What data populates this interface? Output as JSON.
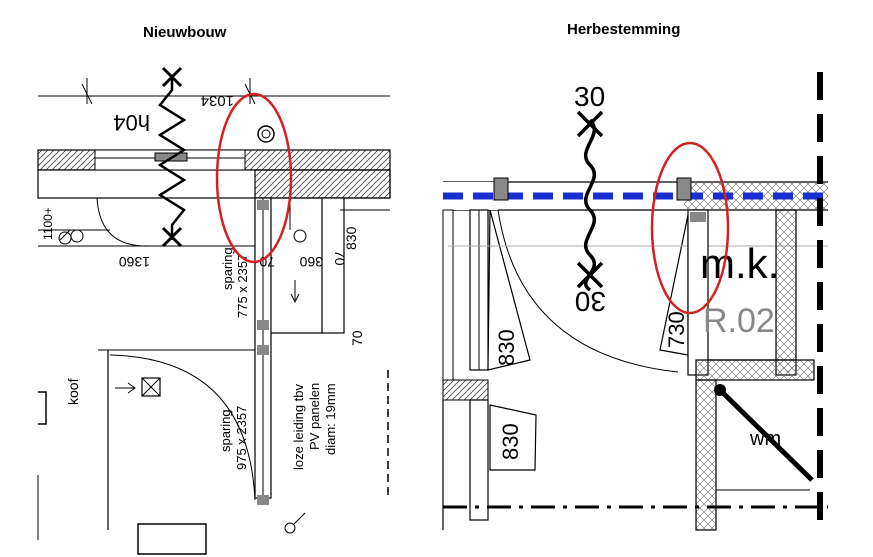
{
  "titles": {
    "left": "Nieuwbouw",
    "right": "Herbestemming"
  },
  "left_plan": {
    "dim_top_small": "1034",
    "room_code": "h04",
    "dim_1360": "1360",
    "dim_360": "360",
    "dim_70_a": "70",
    "dim_70_b": "70",
    "dim_70_c": "70",
    "dim_830": "830",
    "dim_1100": "1100+",
    "sparing_1_line1": "sparing",
    "sparing_1_line2": "775 x 2357",
    "sparing_2_line1": "sparing",
    "sparing_2_line2": "975 x 2357",
    "pv_line1": "loze leiding tbv",
    "pv_line2": "PV panelen",
    "pv_line3": "diam: 19mm",
    "koof": "koof"
  },
  "right_plan": {
    "dim_top": "30",
    "dim_bottom": "30",
    "room_code": "m.k.",
    "room_id": "R.02",
    "door_830_a": "830",
    "door_830_b": "830",
    "door_730": "730",
    "wm": "wm"
  },
  "colors": {
    "highlight_circle": "#d42020",
    "insulation_line": "#1a2fd0",
    "wall_line": "#000000"
  }
}
